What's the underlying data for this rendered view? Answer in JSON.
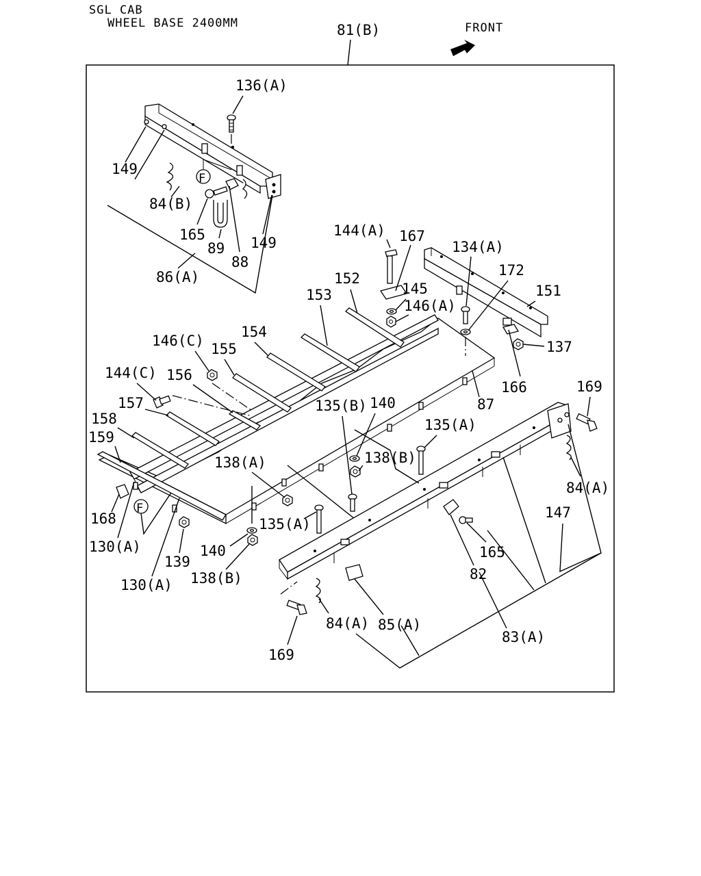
{
  "header": {
    "line1": "SGL CAB",
    "line2": "WHEEL BASE 2400MM"
  },
  "front_label": "FRONT",
  "main_ref": "81(B)",
  "labels": {
    "l136a": "136(A)",
    "l149a": "149",
    "l84b": "84(B)",
    "lF1": "F",
    "l165a": "165",
    "l89": "89",
    "l88": "88",
    "l149b": "149",
    "l86a": "86(A)",
    "l144a": "144(A)",
    "l167": "167",
    "l134a": "134(A)",
    "l152": "152",
    "l153": "153",
    "l145": "145",
    "l146a": "146(A)",
    "l172": "172",
    "l151": "151",
    "l137": "137",
    "l154": "154",
    "l146c": "146(C)",
    "l155": "155",
    "l144c": "144(C)",
    "l156": "156",
    "l166": "166",
    "l169a": "169",
    "l157": "157",
    "l87": "87",
    "l135b": "135(B)",
    "l140a": "140",
    "l135a1": "135(A)",
    "l158": "158",
    "l159": "159",
    "l138b1": "138(B)",
    "l138a": "138(A)",
    "l84a1": "84(A)",
    "l168": "168",
    "l147": "147",
    "lF2": "F",
    "l135a2": "135(A)",
    "l130a1": "130(A)",
    "l140b": "140",
    "l165b": "165",
    "l139": "139",
    "l82": "82",
    "l138b2": "138(B)",
    "l130a2": "130(A)",
    "l84a2": "84(A)",
    "l85a": "85(A)",
    "l83a": "83(A)",
    "l169b": "169"
  }
}
